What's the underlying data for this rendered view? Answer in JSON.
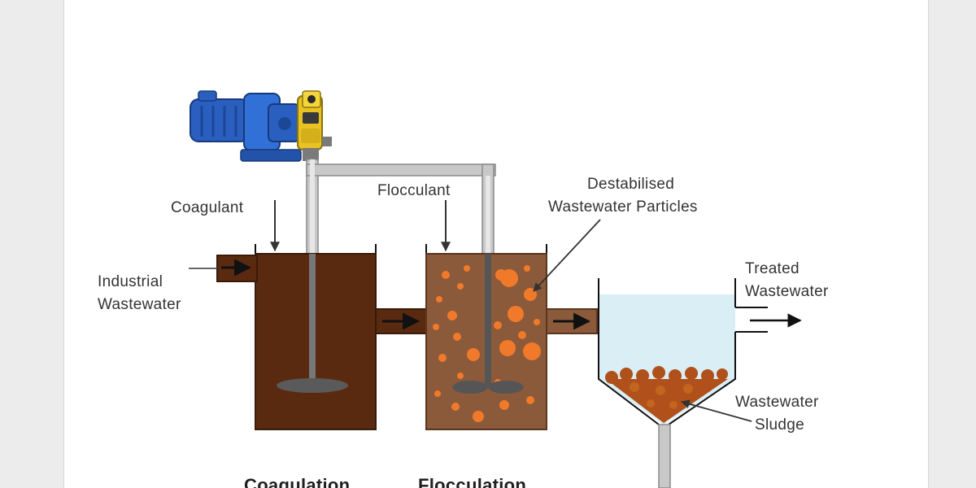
{
  "labels": {
    "coagulant": "Coagulant",
    "flocculant": "Flocculant",
    "destabilised_line1": "Destabilised",
    "destabilised_line2": "Wastewater Particles",
    "industrial_line1": "Industrial",
    "industrial_line2": "Wastewater",
    "treated_line1": "Treated",
    "treated_line2": "Wastewater",
    "sludge_line1": "Wastewater",
    "sludge_line2": "Sludge"
  },
  "captions": {
    "coagulation": "Coagulation",
    "flocculation": "Flocculation"
  },
  "colors": {
    "coagulation_tank": "#5a2a10",
    "flocculation_tank": "#8b5a3a",
    "particles": "#f07a2a",
    "clarified_water": "#d9eef5",
    "sludge": "#b0501a",
    "motor": "#2a5fc0",
    "pump_head": "#e9c321",
    "pipe": "#c8c8c8"
  },
  "icons": {
    "motor": "electric-motor-icon",
    "pump": "dosing-pump-icon",
    "mixer": "mixer-paddle-icon"
  }
}
